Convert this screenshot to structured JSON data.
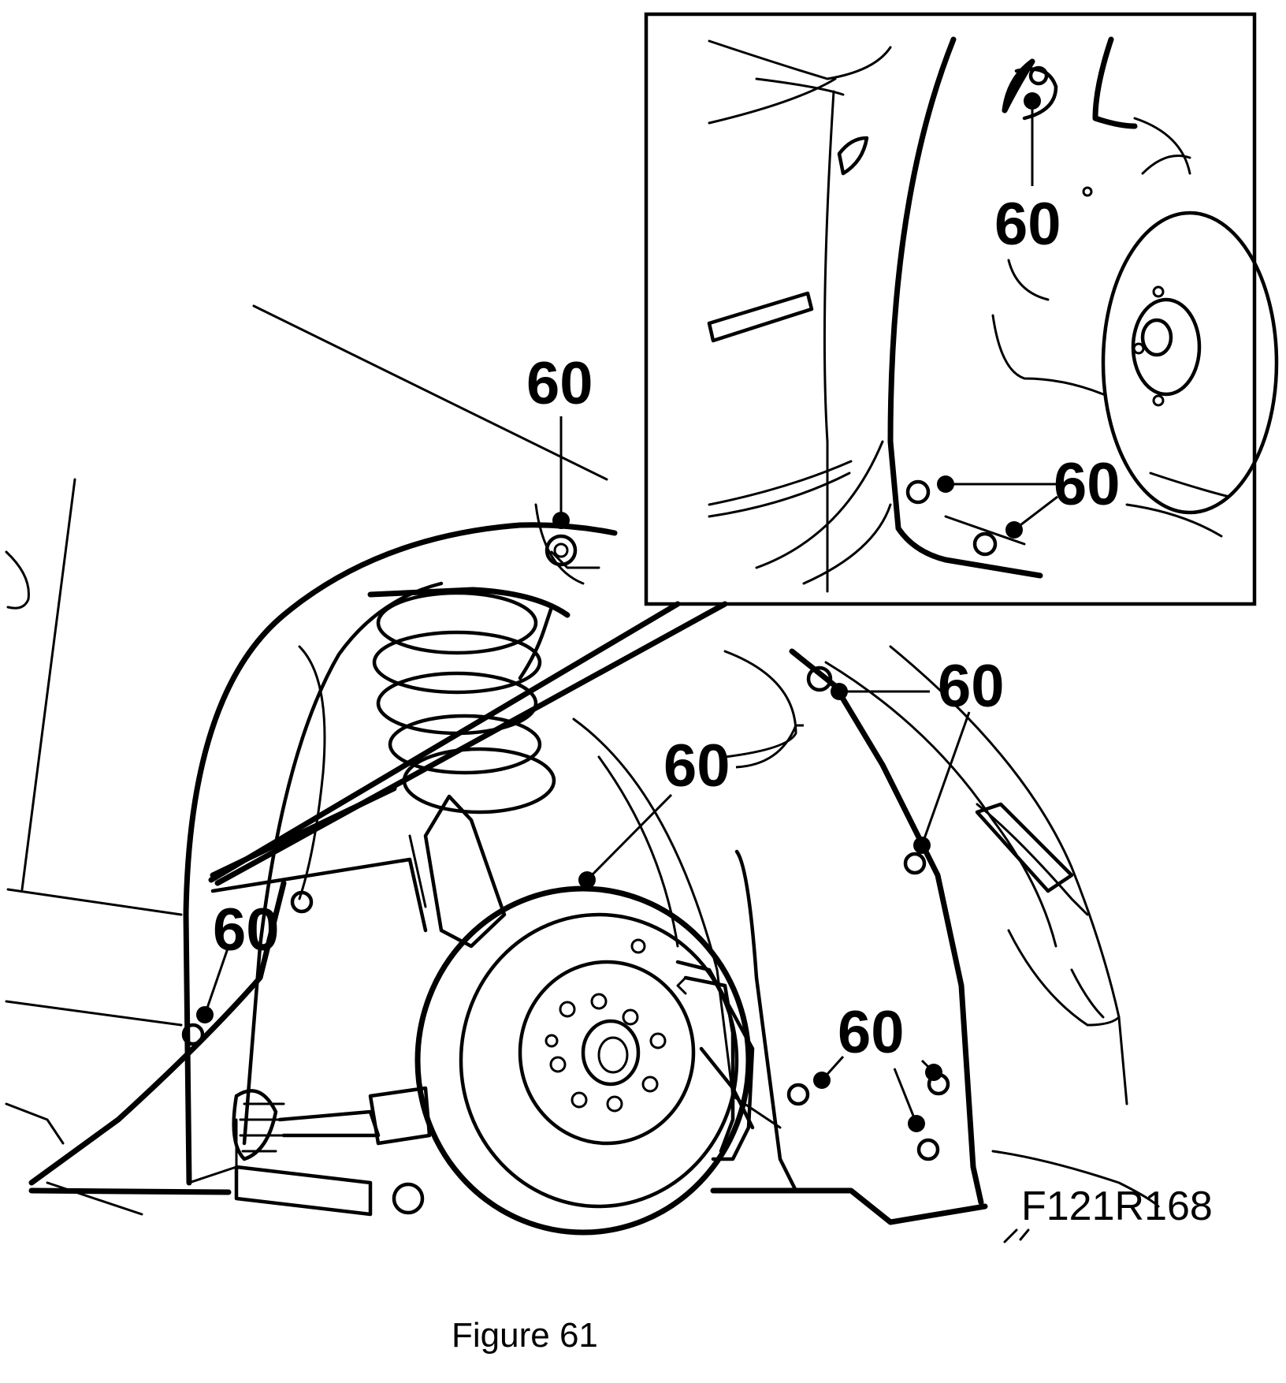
{
  "figure": {
    "caption": "Figure 61",
    "illustration_code": "F121R168",
    "part_number": "60",
    "inset_callouts": [
      "60",
      "60"
    ],
    "main_callouts": [
      "60",
      "60",
      "60",
      "60",
      "60"
    ]
  }
}
